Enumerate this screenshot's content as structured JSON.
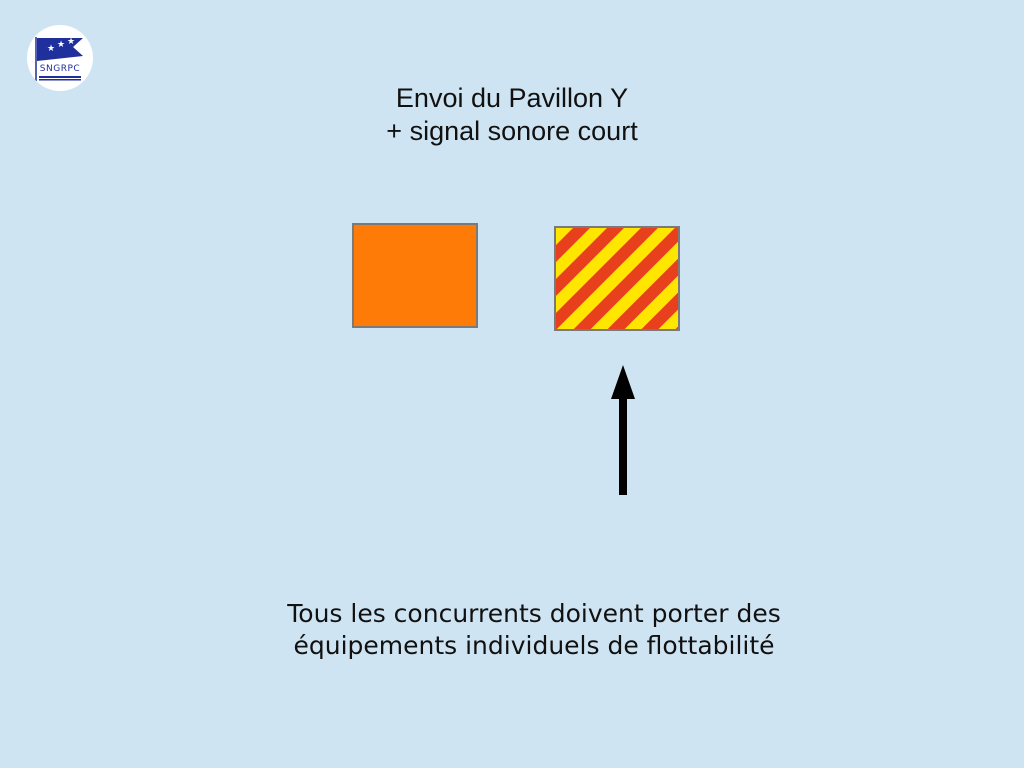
{
  "slide": {
    "background_color": "#cfe4f2",
    "title_lines": [
      "Envoi du Pavillon Y",
      "+ signal sonore court"
    ],
    "description_lines": [
      "Tous les concurrents doivent porter des",
      "équipements individuels de flottabilité"
    ]
  },
  "logo": {
    "text": "SNGRPC",
    "icon": "club-burgee-icon",
    "color": "#1f2f9c"
  },
  "flags": {
    "orange_flag": {
      "icon": "orange-flag-icon",
      "color": "#ff7b08"
    },
    "y_flag": {
      "icon": "signal-flag-y-icon",
      "stripe_colors": [
        "#ffe600",
        "#e8401c"
      ]
    }
  },
  "arrow": {
    "icon": "arrow-up-icon",
    "color": "#000000"
  }
}
